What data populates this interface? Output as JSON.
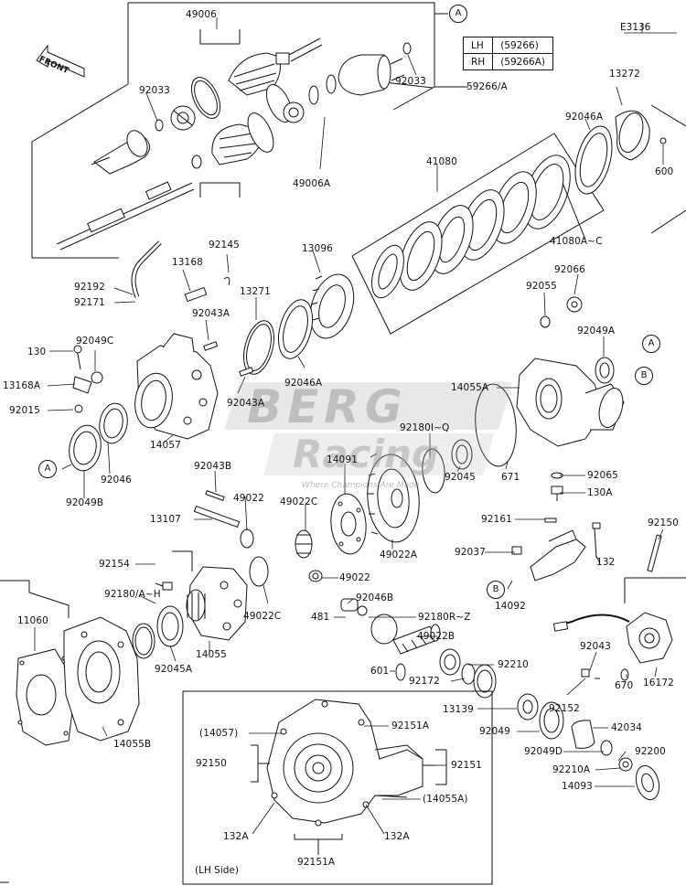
{
  "diagram_code": "E3136",
  "front_label": "FRONT",
  "lh_side_label": "(LH Side)",
  "watermark": {
    "line1": "BERG",
    "line2": "Racing",
    "tagline": "Where Champions Are Made"
  },
  "variant_table": [
    {
      "side": "LH",
      "part": "(59266)"
    },
    {
      "side": "RH",
      "part": "(59266A)"
    }
  ],
  "callouts": {
    "A": "A",
    "B": "B"
  },
  "labels": {
    "p49006": "49006",
    "p92033a": "92033",
    "p92033b": "92033",
    "p59266": "59266/A",
    "p49006A": "49006A",
    "p13272": "13272",
    "p92046A_top": "92046A",
    "p600": "600",
    "p41080": "41080",
    "p41080AC": "41080A~C",
    "p92145": "92145",
    "p13168": "13168",
    "p92192": "92192",
    "p92171": "92171",
    "p13096": "13096",
    "p13271": "13271",
    "p92043A_a": "92043A",
    "p92043A_b": "92043A",
    "p92066": "92066",
    "p92055": "92055",
    "p92049A": "92049A",
    "p130": "130",
    "p92049C": "92049C",
    "p13168A": "13168A",
    "p92015": "92015",
    "p92046A_mid": "92046A",
    "p14055A": "14055A",
    "p92180IQ": "92180I~Q",
    "p14091": "14091",
    "p92045": "92045",
    "p671": "671",
    "p92065": "92065",
    "p130A": "130A",
    "p14057": "14057",
    "p92046": "92046",
    "p92049B": "92049B",
    "p92043B": "92043B",
    "p49022_a": "49022",
    "p49022C_a": "49022C",
    "p13107": "13107",
    "p49022A": "49022A",
    "p92161": "92161",
    "p92150_r": "92150",
    "p92037": "92037",
    "p132": "132",
    "p92154": "92154",
    "p49022_b": "49022",
    "p92180AH": "92180/A~H",
    "p92046B": "92046B",
    "p481": "481",
    "p92180RZ": "92180R~Z",
    "p14092": "14092",
    "p11060": "11060",
    "p49022C_b": "49022C",
    "p49022B": "49022B",
    "p92045A": "92045A",
    "p14055": "14055",
    "p601": "601",
    "p92210": "92210",
    "p92172": "92172",
    "p92043": "92043",
    "p670": "670",
    "p16172": "16172",
    "p13139": "13139",
    "p92152": "92152",
    "p14055B": "14055B",
    "p92049": "92049",
    "p42034": "42034",
    "p92049D": "92049D",
    "p92200": "92200",
    "p92210A": "92210A",
    "p14093": "14093",
    "p14057_ref": "(14057)",
    "p92151A_top": "92151A",
    "p92150_l": "92150",
    "p92151": "92151",
    "p14055A_ref": "(14055A)",
    "p132A_l": "132A",
    "p132A_r": "132A",
    "p92151A_bot": "92151A"
  }
}
